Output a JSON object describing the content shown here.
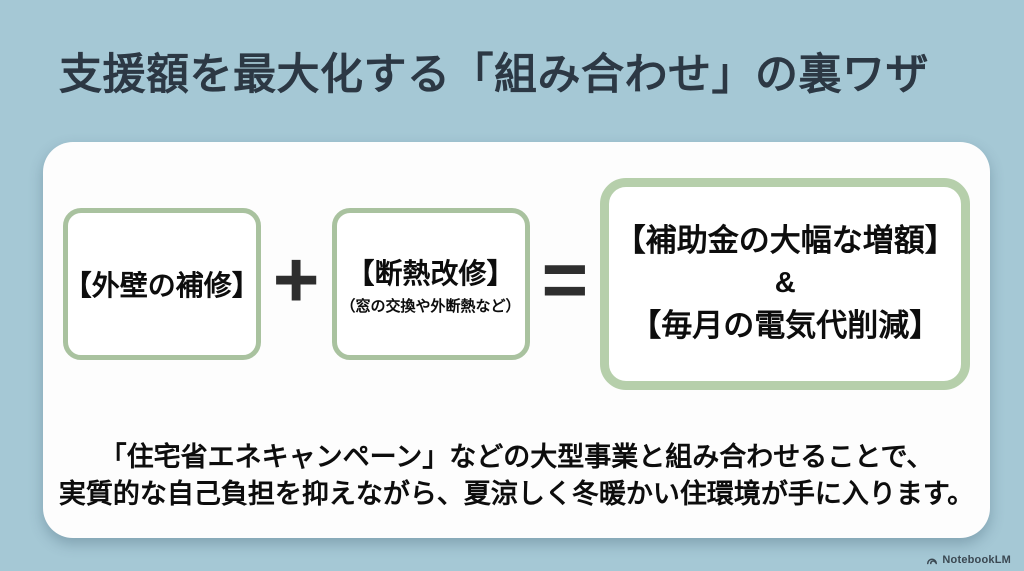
{
  "slide": {
    "title": "支援額を最大化する「組み合わせ」の裏ワザ"
  },
  "formula": {
    "plus_sign": "+",
    "equals_sign": "=",
    "box1": {
      "label": "【外壁の補修】"
    },
    "box2": {
      "label": "【断熱改修】",
      "sublabel": "（窓の交換や外断熱など）"
    },
    "result": {
      "line1": "【補助金の大幅な増額】",
      "connector": "&",
      "line2": "【毎月の電気代削減】"
    }
  },
  "description": {
    "line1": "「住宅省エネキャンペーン」などの大型事業と組み合わせることで、",
    "line2": "実質的な自己負担を抑えながら、夏涼しく冬暖かい住環境が手に入ります。"
  },
  "footer": {
    "brand": "NotebookLM",
    "icon": "notebooklm-arc-icon"
  },
  "colors": {
    "background": "#a5c8d5",
    "card": "#fdfdfd",
    "box_border": "#a9c29f",
    "result_border": "#b6cfab",
    "title_text": "#2c3844",
    "body_text": "#0d0d0d",
    "operator_text": "#2e2e2e",
    "brand_text": "#3b4852"
  }
}
